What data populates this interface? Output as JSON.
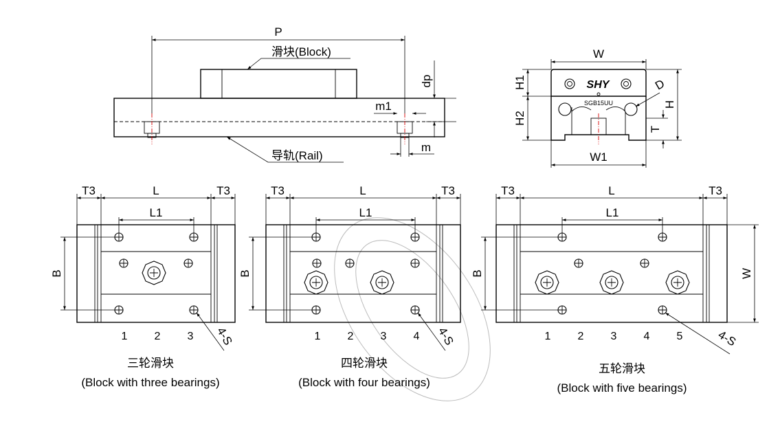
{
  "top_view": {
    "dim_p": "P",
    "block_label": "滑块(Block)",
    "rail_label": "导轨(Rail)",
    "dim_dp": "dp",
    "dim_m1": "m1",
    "dim_m": "m"
  },
  "end_view": {
    "dim_w": "W",
    "dim_w1": "W1",
    "dim_h1": "H1",
    "dim_h2": "H2",
    "dim_h": "H",
    "dim_d": "D",
    "dim_t": "T",
    "brand": "SHY",
    "model": "SGB15UU"
  },
  "blocks": [
    {
      "dim_t3": "T3",
      "dim_l": "L",
      "dim_l1": "L1",
      "dim_b": "B",
      "dim_s": "4-S",
      "numbers": [
        "1",
        "2",
        "3"
      ],
      "caption_cn": "三轮滑块",
      "caption_en": "(Block with three bearings)"
    },
    {
      "dim_t3": "T3",
      "dim_l": "L",
      "dim_l1": "L1",
      "dim_b": "B",
      "dim_s": "4-S",
      "numbers": [
        "1",
        "2",
        "3",
        "4"
      ],
      "caption_cn": "四轮滑块",
      "caption_en": "(Block with four bearings)"
    },
    {
      "dim_t3": "T3",
      "dim_l": "L",
      "dim_l1": "L1",
      "dim_b": "B",
      "dim_w": "W",
      "dim_s": "4-S",
      "numbers": [
        "1",
        "2",
        "3",
        "4",
        "5"
      ],
      "caption_cn": "五轮滑块",
      "caption_en": "(Block with five bearings)"
    }
  ]
}
